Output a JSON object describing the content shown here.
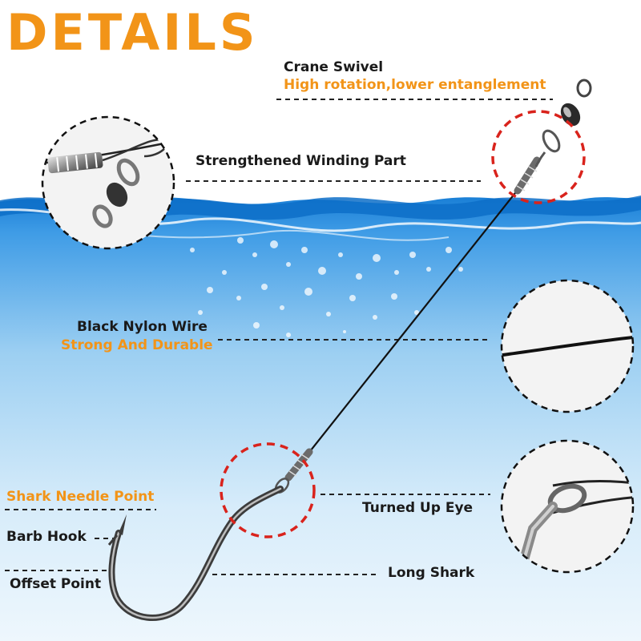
{
  "title": "DETAILS",
  "labels": {
    "crane_swivel": "Crane Swivel",
    "crane_swivel_sub": "High rotation,lower entanglement",
    "winding_part": "Strengthened  Winding Part",
    "black_nylon_wire": "Black Nylon Wire",
    "black_nylon_wire_sub": "Strong And Durable",
    "shark_needle_point": "Shark Needle Point",
    "barb_hook": "Barb Hook",
    "offset_point": "Offset Point",
    "turned_up_eye": "Turned Up Eye",
    "long_shark": "Long Shark"
  },
  "colors": {
    "accent": "#f29418",
    "text": "#1a1a1a",
    "water": "#2f8fd8",
    "callout_red": "#d9231c"
  }
}
